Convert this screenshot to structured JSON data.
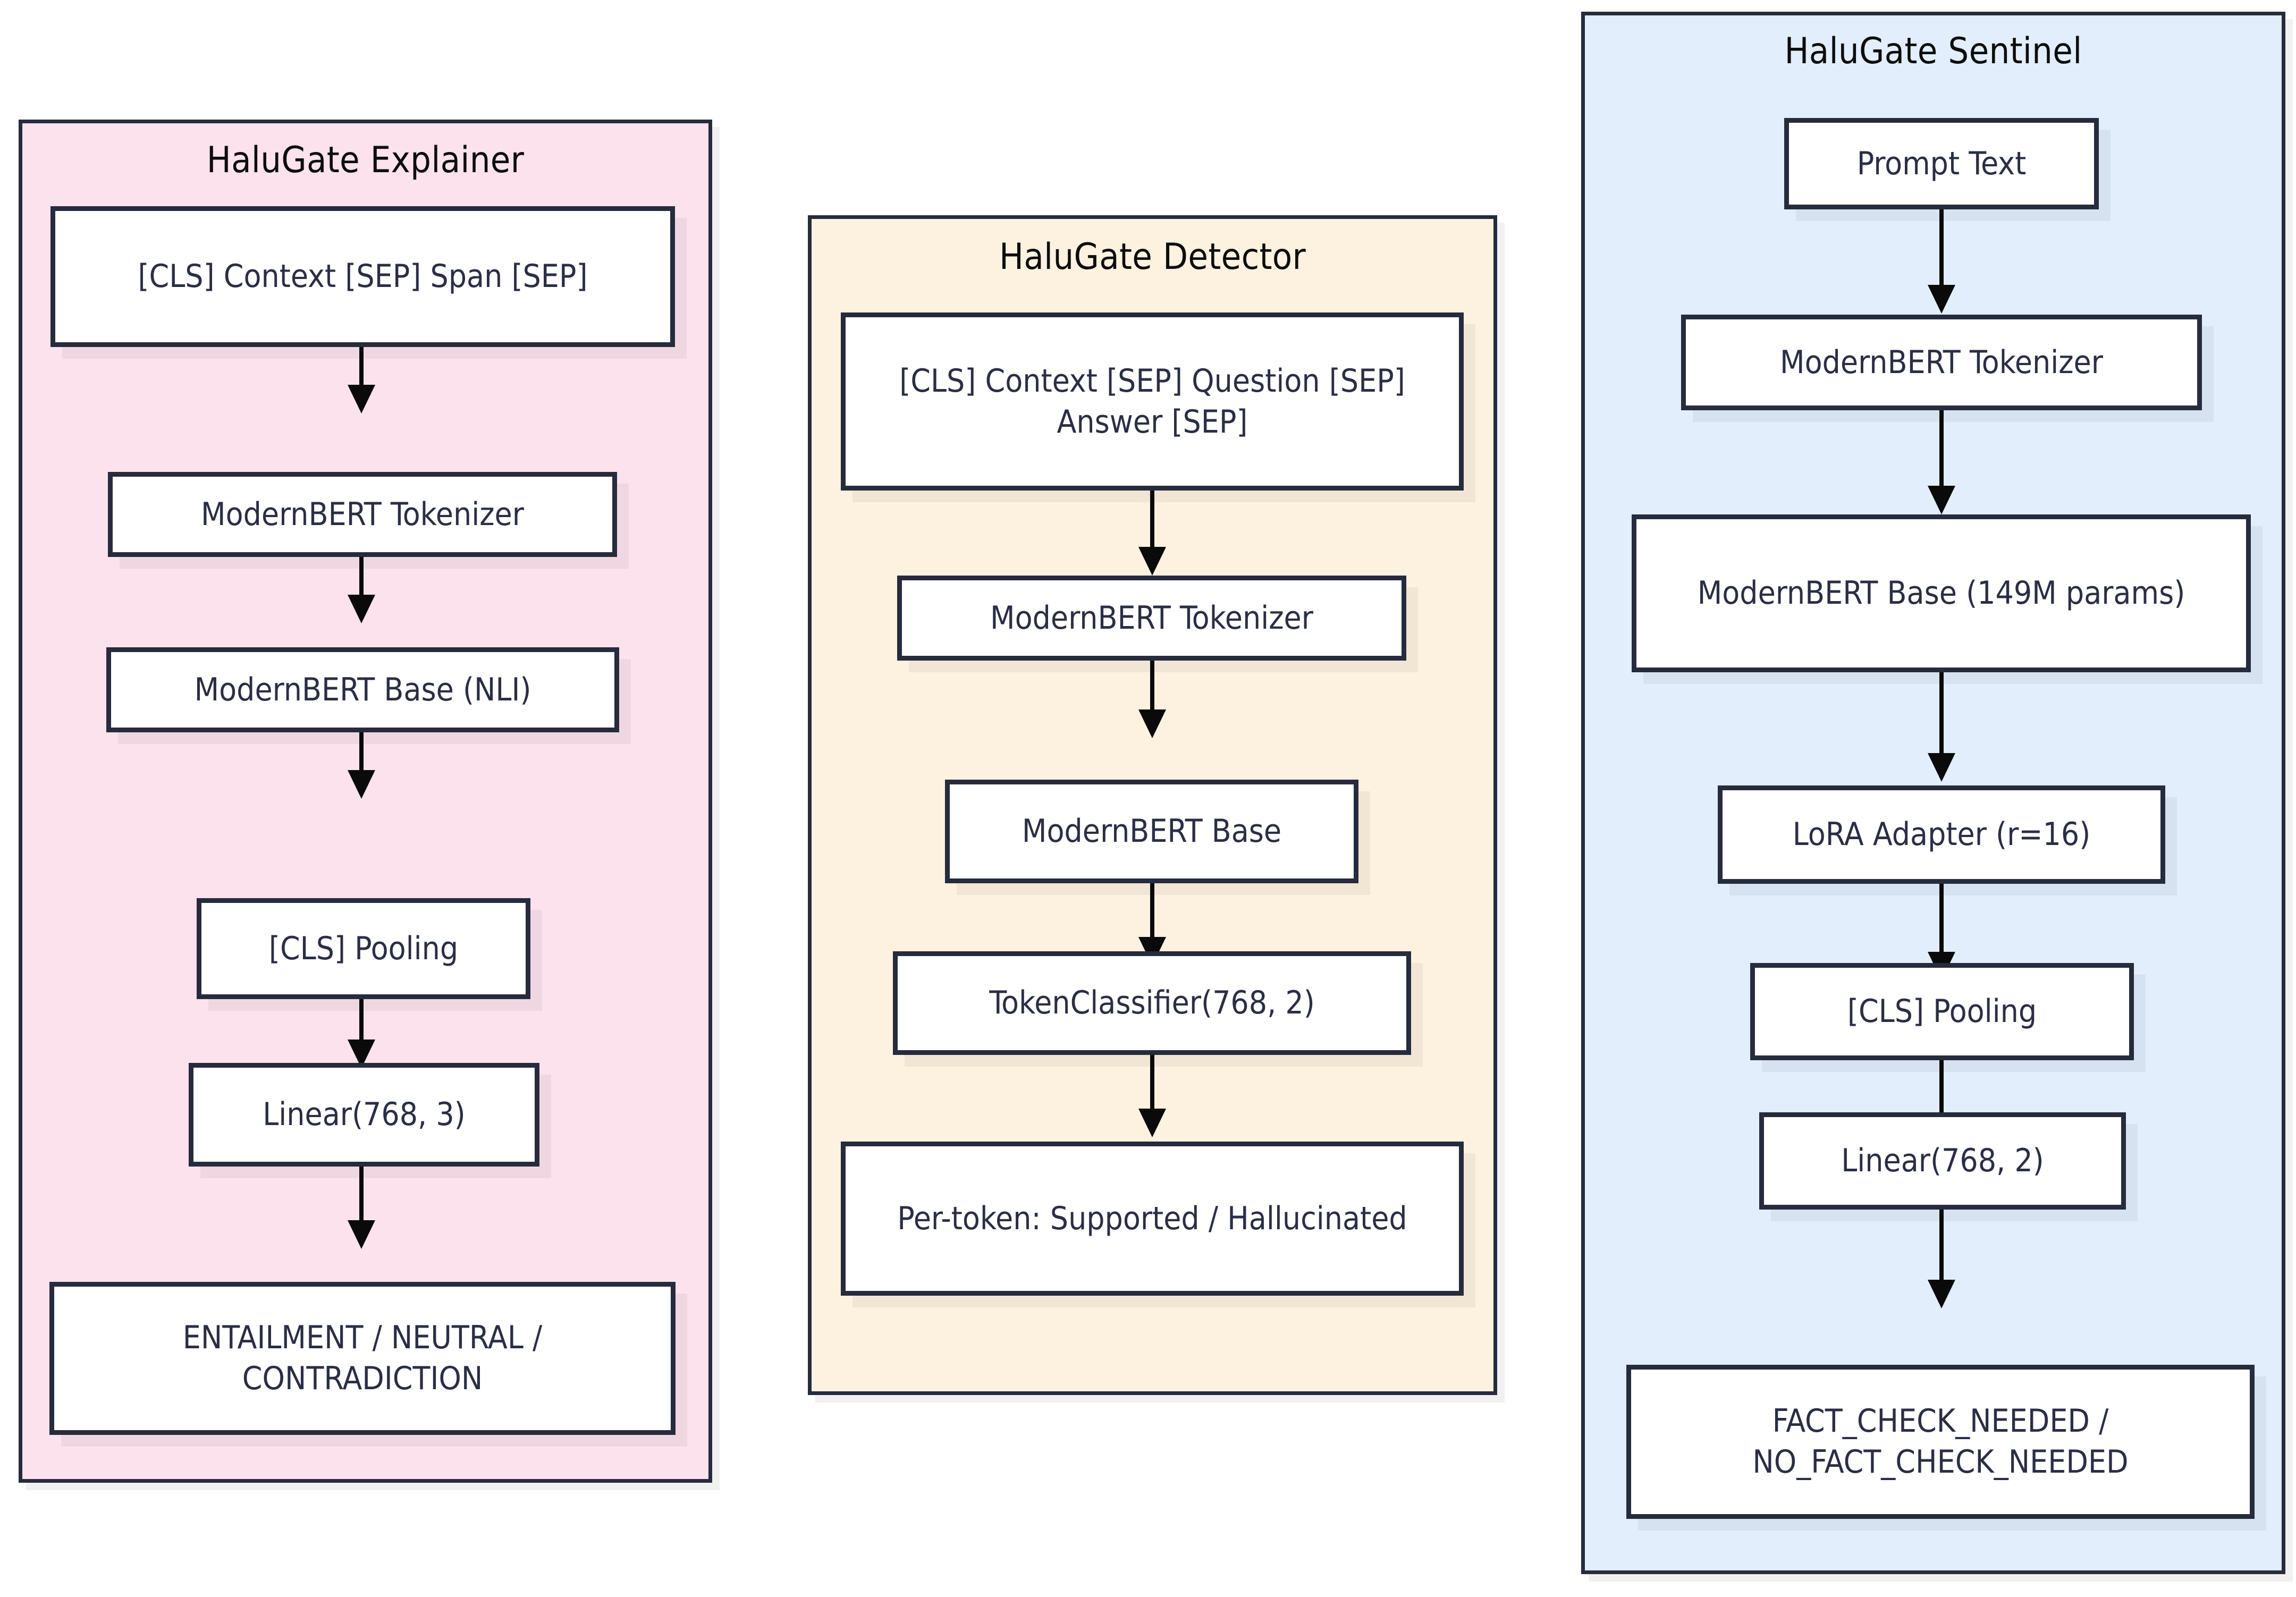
{
  "diagram": {
    "type": "flowchart",
    "background_color": "#ffffff",
    "node_border_color": "#262b3d",
    "node_fill_color": "#ffffff",
    "arrow_color": "#0a0a0a",
    "clusters": [
      {
        "id": "explainer",
        "title": "HaluGate Explainer",
        "fill_color": "#fbe2ec",
        "nodes": [
          {
            "id": "exp-input",
            "label": "[CLS] Context [SEP] Span [SEP]"
          },
          {
            "id": "exp-tokenizer",
            "label": "ModernBERT Tokenizer"
          },
          {
            "id": "exp-base",
            "label": "ModernBERT Base (NLI)"
          },
          {
            "id": "exp-pooling",
            "label": "[CLS] Pooling"
          },
          {
            "id": "exp-linear",
            "label": "Linear(768, 3)"
          },
          {
            "id": "exp-output",
            "label": "ENTAILMENT / NEUTRAL / CONTRADICTION"
          }
        ]
      },
      {
        "id": "detector",
        "title": "HaluGate Detector",
        "fill_color": "#fdf1e0",
        "nodes": [
          {
            "id": "det-input",
            "label": "[CLS] Context [SEP] Question [SEP] Answer [SEP]"
          },
          {
            "id": "det-tokenizer",
            "label": "ModernBERT Tokenizer"
          },
          {
            "id": "det-base",
            "label": "ModernBERT Base"
          },
          {
            "id": "det-classifier",
            "label": "TokenClassifier(768, 2)"
          },
          {
            "id": "det-output",
            "label": "Per-token: Supported / Hallucinated"
          }
        ]
      },
      {
        "id": "sentinel",
        "title": "HaluGate Sentinel",
        "fill_color": "#e2eefc",
        "nodes": [
          {
            "id": "sen-prompt",
            "label": "Prompt Text"
          },
          {
            "id": "sen-tokenizer",
            "label": "ModernBERT Tokenizer"
          },
          {
            "id": "sen-base",
            "label": "ModernBERT Base (149M params)"
          },
          {
            "id": "sen-lora",
            "label": "LoRA Adapter (r=16)"
          },
          {
            "id": "sen-pooling",
            "label": "[CLS] Pooling"
          },
          {
            "id": "sen-linear",
            "label": "Linear(768, 2)"
          },
          {
            "id": "sen-output",
            "label": "FACT_CHECK_NEEDED / NO_FACT_CHECK_NEEDED"
          }
        ]
      }
    ]
  }
}
